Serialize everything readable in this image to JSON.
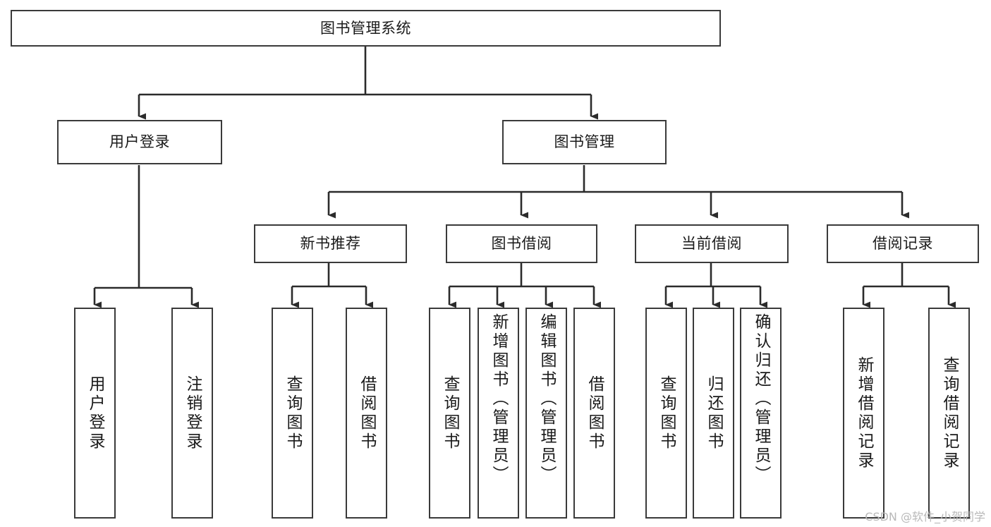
{
  "diagram": {
    "title": "图书管理系统",
    "watermark": "CSDN @软件_小贺同学",
    "colors": {
      "background": "#ffffff",
      "node_border": "#3a3a3a",
      "node_fill": "#ffffff",
      "edge": "#2b2b2b",
      "text": "#1a1a1a",
      "watermark": "#b9b9b9"
    },
    "nodes": {
      "root": {
        "label": "图书管理系统"
      },
      "level1": [
        {
          "id": "user-login",
          "label": "用户登录"
        },
        {
          "id": "book-manage",
          "label": "图书管理"
        }
      ],
      "level2": [
        {
          "id": "new-book-recommend",
          "label": "新书推荐"
        },
        {
          "id": "book-borrow",
          "label": "图书借阅"
        },
        {
          "id": "current-borrow",
          "label": "当前借阅"
        },
        {
          "id": "borrow-record",
          "label": "借阅记录"
        }
      ],
      "leaves": [
        {
          "id": "leaf-user-login",
          "label": "用户登录",
          "parent": "user-login"
        },
        {
          "id": "leaf-logout-login",
          "label": "注销登录",
          "parent": "user-login"
        },
        {
          "id": "leaf-query-book-1",
          "label": "查询图书",
          "parent": "new-book-recommend"
        },
        {
          "id": "leaf-borrow-book-1",
          "label": "借阅图书",
          "parent": "new-book-recommend"
        },
        {
          "id": "leaf-query-book-2",
          "label": "查询图书",
          "parent": "book-borrow"
        },
        {
          "id": "leaf-add-book",
          "label": "新增图书（管理员）",
          "parent": "book-borrow"
        },
        {
          "id": "leaf-edit-book",
          "label": "编辑图书（管理员）",
          "parent": "book-borrow"
        },
        {
          "id": "leaf-borrow-book-2",
          "label": "借阅图书",
          "parent": "book-borrow"
        },
        {
          "id": "leaf-query-book-3",
          "label": "查询图书",
          "parent": "current-borrow"
        },
        {
          "id": "leaf-return-book",
          "label": "归还图书",
          "parent": "current-borrow"
        },
        {
          "id": "leaf-confirm-return",
          "label": "确认归还（管理员）",
          "parent": "current-borrow"
        },
        {
          "id": "leaf-add-record",
          "label": "新增借阅记录",
          "parent": "borrow-record"
        },
        {
          "id": "leaf-query-record",
          "label": "查询借阅记录",
          "parent": "borrow-record"
        }
      ]
    }
  }
}
